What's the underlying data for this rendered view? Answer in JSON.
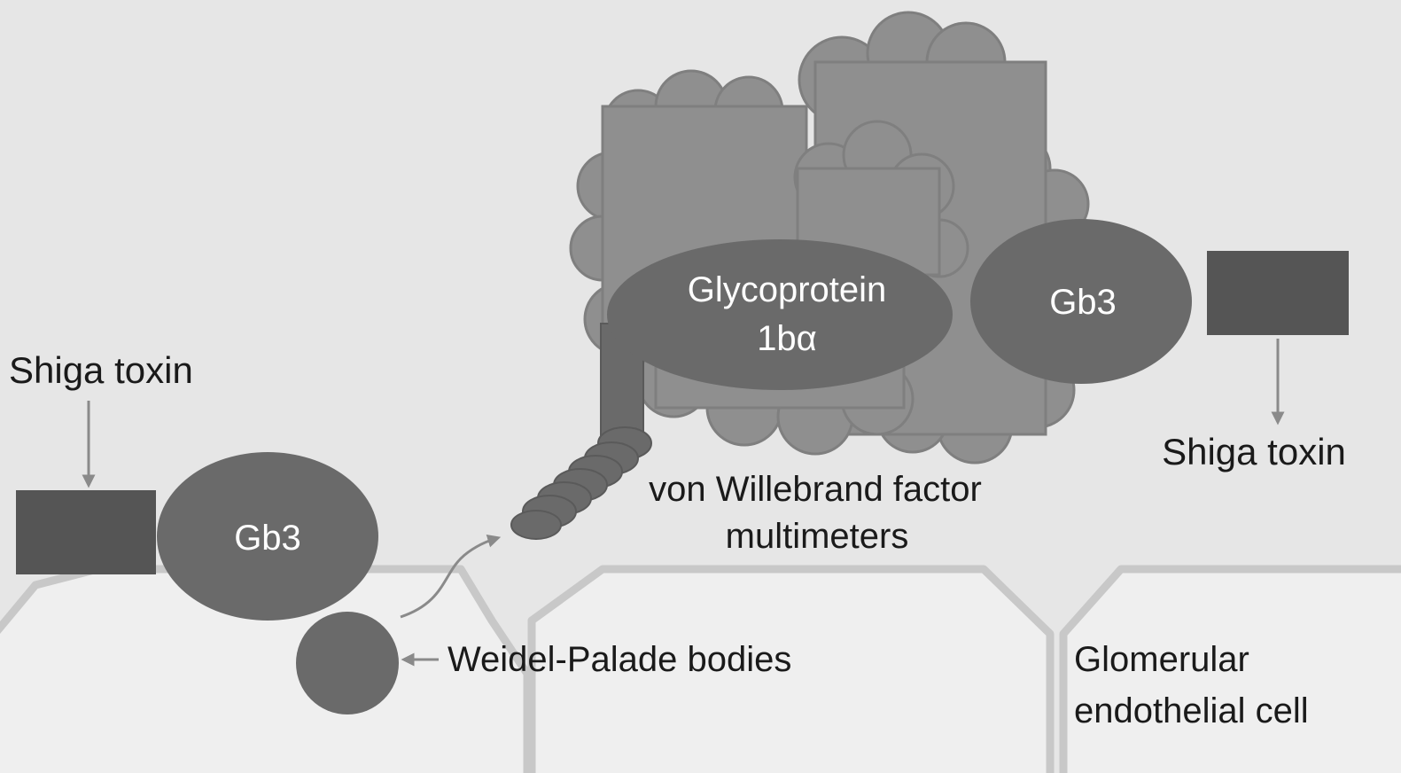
{
  "labels": {
    "shiga_toxin_left": "Shiga toxin",
    "shiga_toxin_right": "Shiga toxin",
    "gb3_left": "Gb3",
    "gb3_right": "Gb3",
    "glycoprotein_line1": "Glycoprotein",
    "glycoprotein_line2": "1bα",
    "vwf_line1": "von Willebrand factor",
    "vwf_line2": "multimeters",
    "weibel_palade": "Weidel-Palade bodies",
    "endothelial_line1": "Glomerular",
    "endothelial_line2": "endothelial cell"
  },
  "colors": {
    "background": "#e6e6e6",
    "cell_fill": "#efefef",
    "cell_border": "#c8c8c8",
    "dark_shape": "#6a6a6a",
    "toxin_box": "#555555",
    "cloud_fill": "#8f8f8f",
    "cloud_edge": "#7f7f7f",
    "arrow": "#8a8a8a",
    "text": "#1a1a1a",
    "text_on_dark": "#ffffff"
  }
}
